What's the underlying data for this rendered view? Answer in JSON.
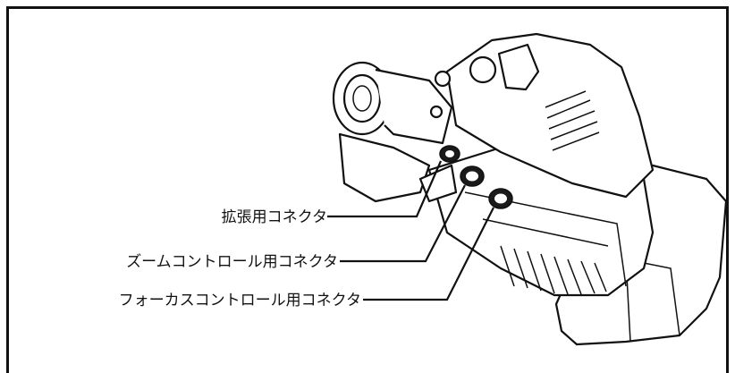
{
  "callouts": [
    {
      "label": "拡張用コネクタ"
    },
    {
      "label": "ズームコントロール用コネクタ"
    },
    {
      "label": "フォーカスコントロール用コネクタ"
    }
  ],
  "colors": {
    "ink": "#111111",
    "background": "#ffffff"
  }
}
